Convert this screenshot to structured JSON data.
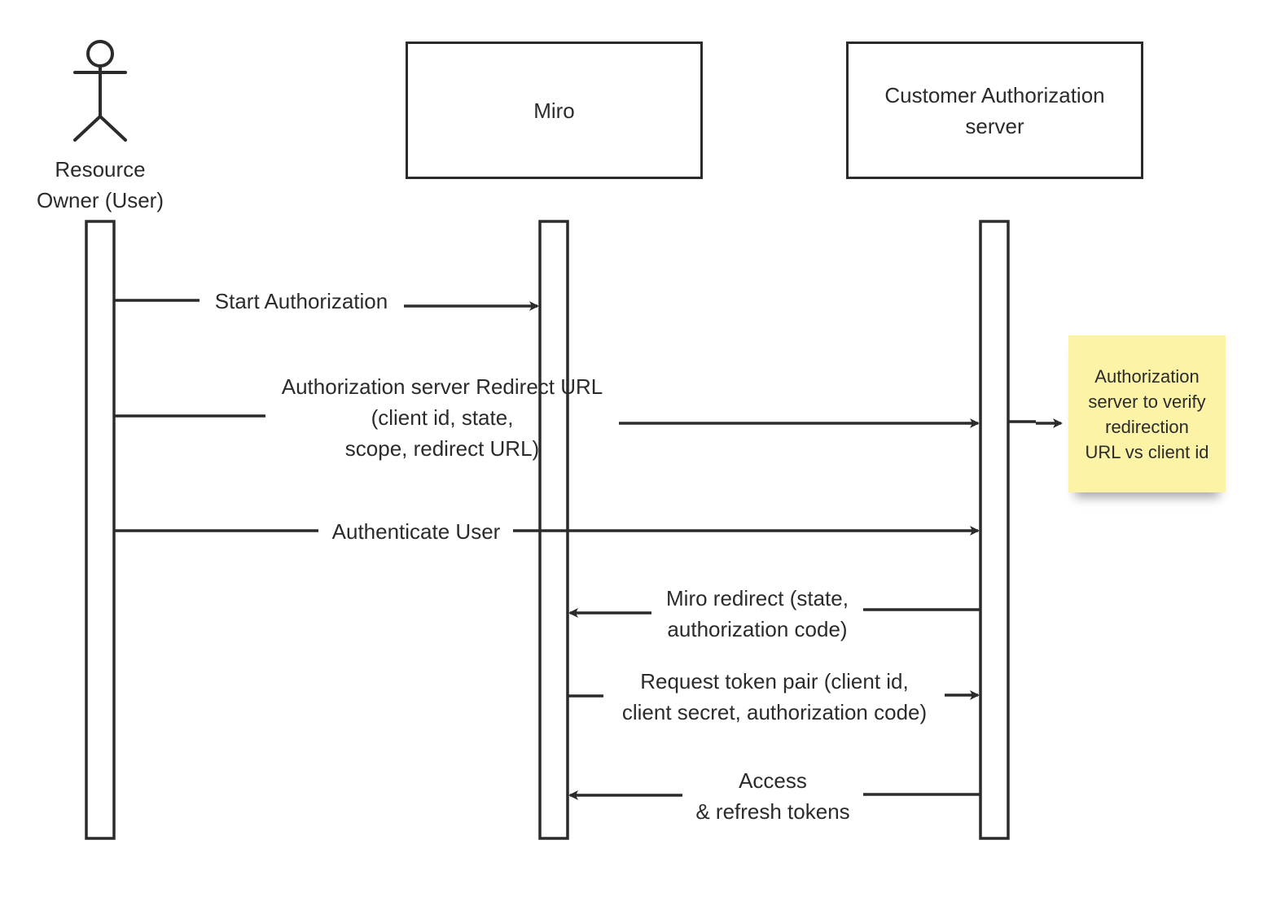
{
  "participants": {
    "user": {
      "label": "Resource\nOwner (User)"
    },
    "miro": {
      "label": "Miro"
    },
    "auth_server": {
      "label": "Customer Authorization\nserver"
    }
  },
  "messages": {
    "start_authorization": "Start Authorization",
    "redirect_url": "Authorization server Redirect URL\n(client id, state,\nscope, redirect URL)",
    "authenticate_user": "Authenticate User",
    "miro_redirect": "Miro redirect (state,\nauthorization code)",
    "request_token_pair": "Request token pair (client id,\nclient secret, authorization code)",
    "access_tokens": "Access\n& refresh tokens"
  },
  "note": {
    "text": "Authorization\nserver to verify\nredirection\nURL vs client id",
    "color": "#fcf3a6"
  },
  "colors": {
    "stroke": "#2b2b2b",
    "background": "#ffffff"
  }
}
